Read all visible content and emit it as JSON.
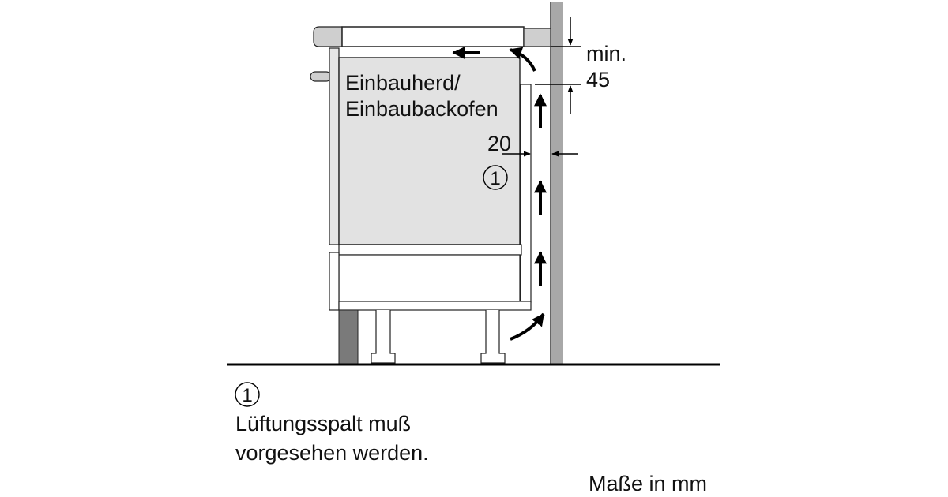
{
  "appliance": {
    "label_line1": "Einbauherd/",
    "label_line2": "Einbaubackofen"
  },
  "dimensions": {
    "top_gap_label_line1": "min.",
    "top_gap_label_line2": "45",
    "rear_gap": "20"
  },
  "callout": {
    "marker": "1",
    "note_marker": "1",
    "note_line1": "Lüftungsspalt muß",
    "note_line2": "vorgesehen werden."
  },
  "units_note": "Maße in mm",
  "colors": {
    "wall": "#a8a8a8",
    "oven": "#e2e2e2",
    "plinth": "#7a7a7a",
    "countertop": "#cfcfcf"
  }
}
